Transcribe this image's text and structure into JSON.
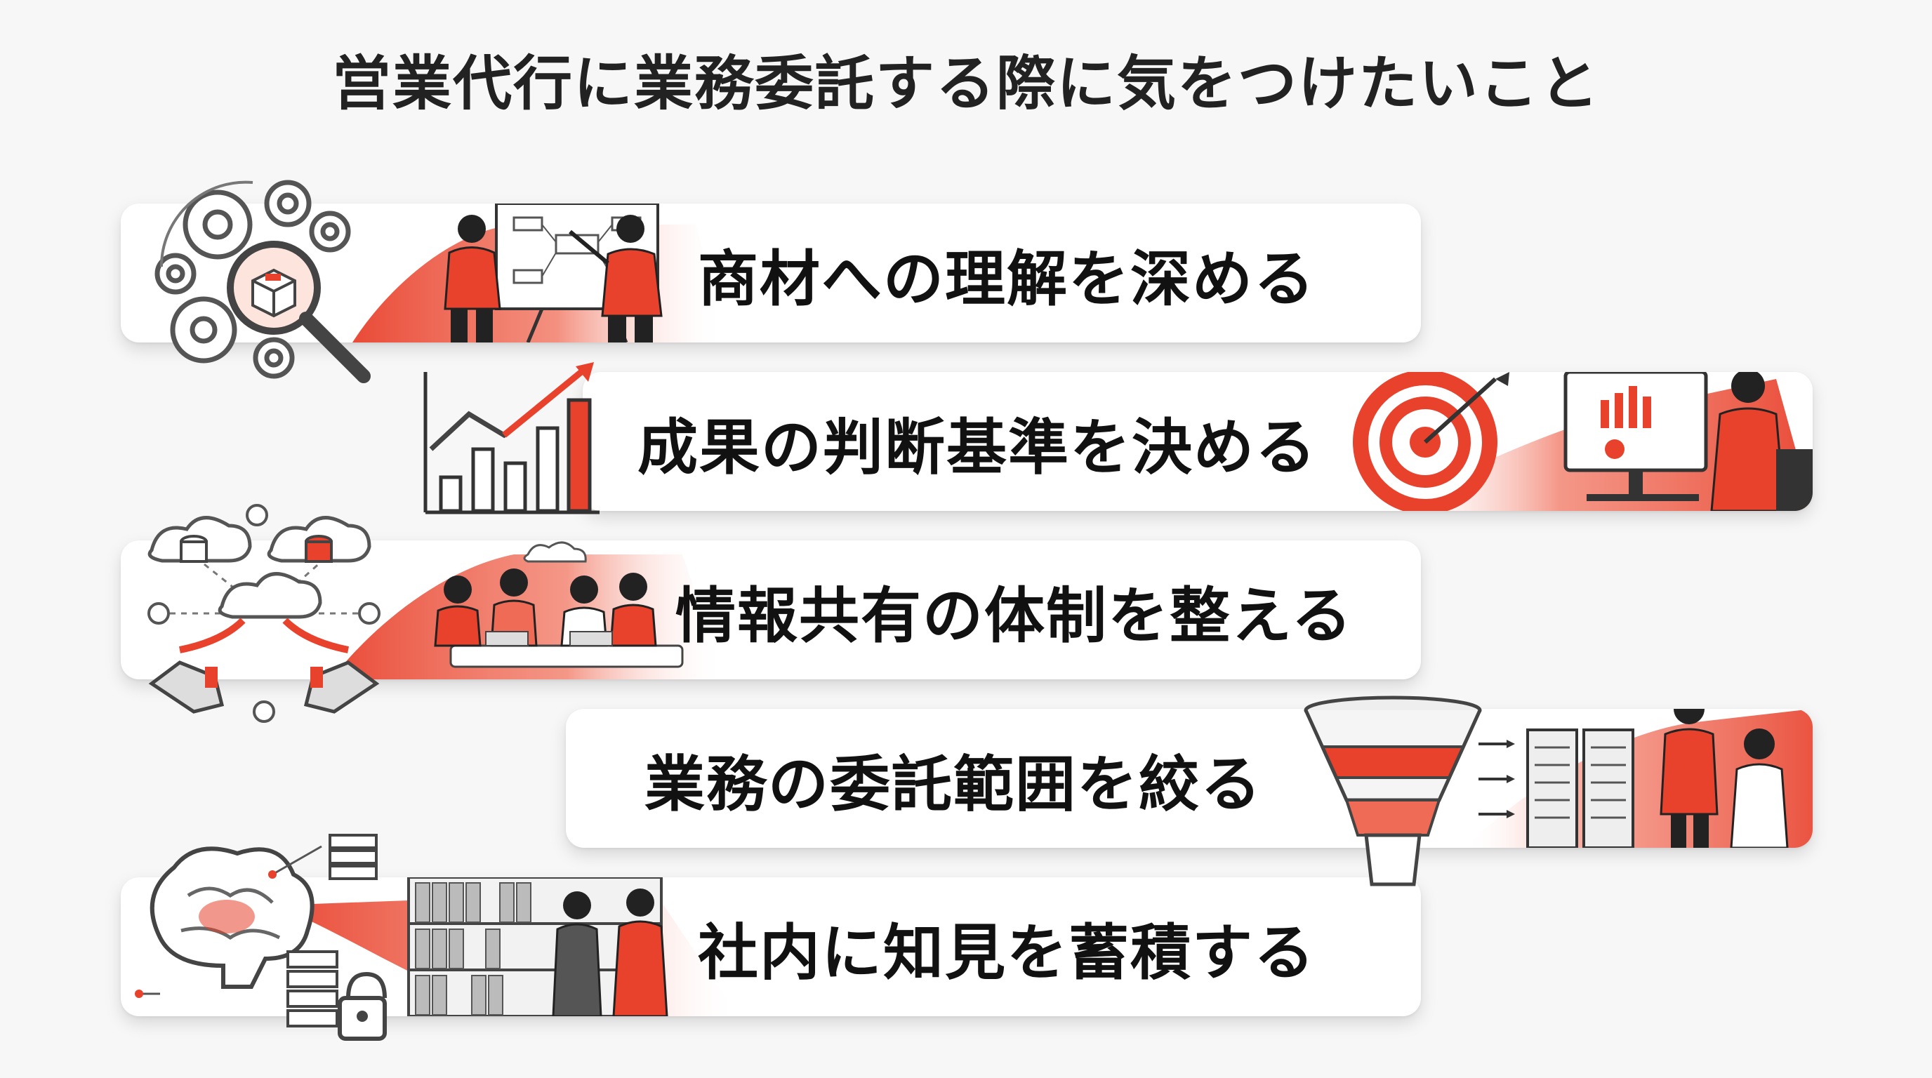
{
  "title": "営業代行に業務委託する際に気をつけたいこと",
  "accent_color": "#e8412c",
  "items": [
    {
      "label": "商材への理解を深める",
      "icon": "gears-magnifier-product-icon",
      "illustration": "whiteboard-presentation"
    },
    {
      "label": "成果の判断基準を決める",
      "icon": "growth-bar-chart-icon",
      "illustration": "target-and-analytics-monitor"
    },
    {
      "label": "情報共有の体制を整える",
      "icon": "cloud-database-handshake-icon",
      "illustration": "team-meeting"
    },
    {
      "label": "業務の委託範囲を絞る",
      "icon": "funnel-icon",
      "illustration": "server-rack-presentation"
    },
    {
      "label": "社内に知見を蓄積する",
      "icon": "brain-database-lock-icon",
      "illustration": "archive-shelves"
    }
  ]
}
